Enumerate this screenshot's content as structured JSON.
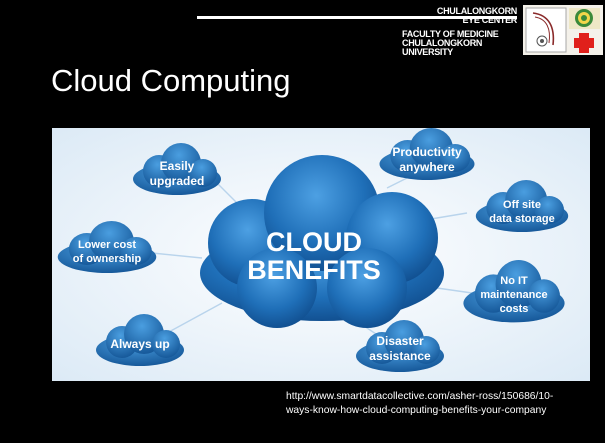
{
  "header": {
    "center_name": "CHULALONGKORN EYE CENTER",
    "faculty": "FACULTY OF MEDICINE",
    "university": "CHULALONGKORN UNIVERSITY"
  },
  "slide": {
    "title": "Cloud Computing",
    "source_url_line1": "http://www.smartdatacollective.com/asher-ross/150686/10-",
    "source_url_line2": "ways-know-how-cloud-computing-benefits-your-company"
  },
  "diagram": {
    "center_line1": "CLOUD",
    "center_line2": "BENEFITS",
    "benefits": [
      {
        "line1": "Easily",
        "line2": "upgraded"
      },
      {
        "line1": "Productivity",
        "line2": "anywhere"
      },
      {
        "line1": "Off site",
        "line2": "data storage"
      },
      {
        "line1": "Lower cost",
        "line2": "of ownership"
      },
      {
        "line1": "No IT",
        "line2": "maintenance",
        "line3": "costs"
      },
      {
        "line1": "Always up"
      },
      {
        "line1": "Disaster",
        "line2": "assistance"
      }
    ]
  },
  "colors": {
    "background": "#000000",
    "cloud_dark": "#0d4e8e",
    "cloud_light": "#3b8fd4",
    "diagram_bg": "#e9f3fb",
    "logo_red": "#e0201b"
  }
}
